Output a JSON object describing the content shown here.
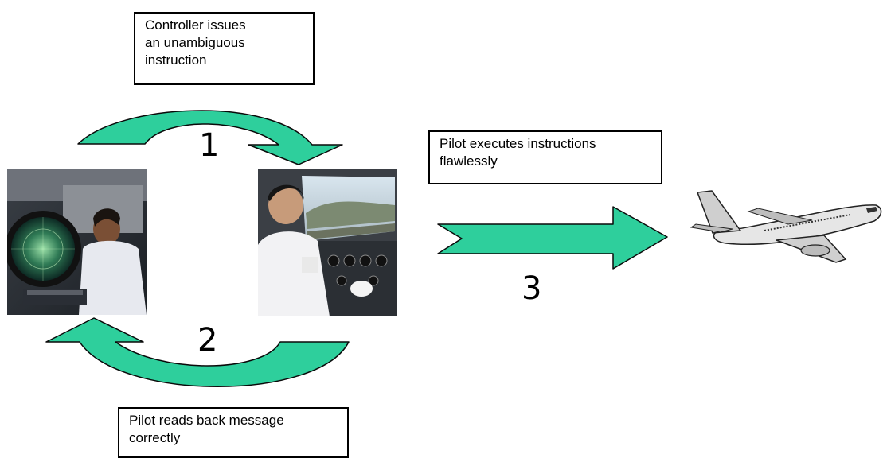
{
  "colors": {
    "arrow_fill": "#2ECF9C",
    "arrow_stroke": "#0a0a0a"
  },
  "labels": {
    "step1": "Controller issues\nan unambiguous\ninstruction",
    "step2": "Pilot reads back message\ncorrectly",
    "step3": "Pilot executes instructions\nflawlessly"
  },
  "numbers": {
    "n1": "1",
    "n2": "2",
    "n3": "3"
  },
  "images": {
    "controller": "air-traffic-controller-photo",
    "pilot": "pilot-in-cockpit-photo",
    "airplane": "airplane-icon"
  }
}
